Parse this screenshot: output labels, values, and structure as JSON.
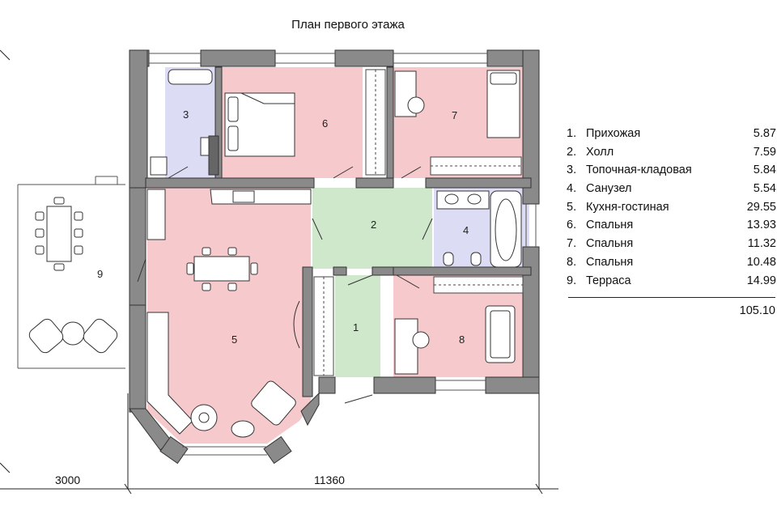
{
  "title": "План первого этажа",
  "rooms": [
    {
      "number": "1",
      "name": "Прихожая",
      "area": "5.87"
    },
    {
      "number": "2",
      "name": "Холл",
      "area": "7.59"
    },
    {
      "number": "3",
      "name": "Топочная-кладовая",
      "area": "5.84"
    },
    {
      "number": "4",
      "name": "Санузел",
      "area": "5.54"
    },
    {
      "number": "5",
      "name": "Кухня-гостиная",
      "area": "29.55"
    },
    {
      "number": "6",
      "name": "Спальня",
      "area": "13.93"
    },
    {
      "number": "7",
      "name": "Спальня",
      "area": "11.32"
    },
    {
      "number": "8",
      "name": "Спальня",
      "area": "10.48"
    },
    {
      "number": "9",
      "name": "Терраса",
      "area": "14.99"
    }
  ],
  "legend_numbers": [
    "1.",
    "2.",
    "3.",
    "4.",
    "5.",
    "6.",
    "7.",
    "8.",
    "9."
  ],
  "total": "105.10",
  "dimensions": {
    "terrace": "3000",
    "house": "11360"
  },
  "colors": {
    "bedroom": "#f6c9cc",
    "living": "#f6c9cc",
    "hall": "#cfe8cc",
    "bath": "#dcdcf4",
    "wall": "#8a8a8a",
    "wall_stroke": "#333333"
  }
}
